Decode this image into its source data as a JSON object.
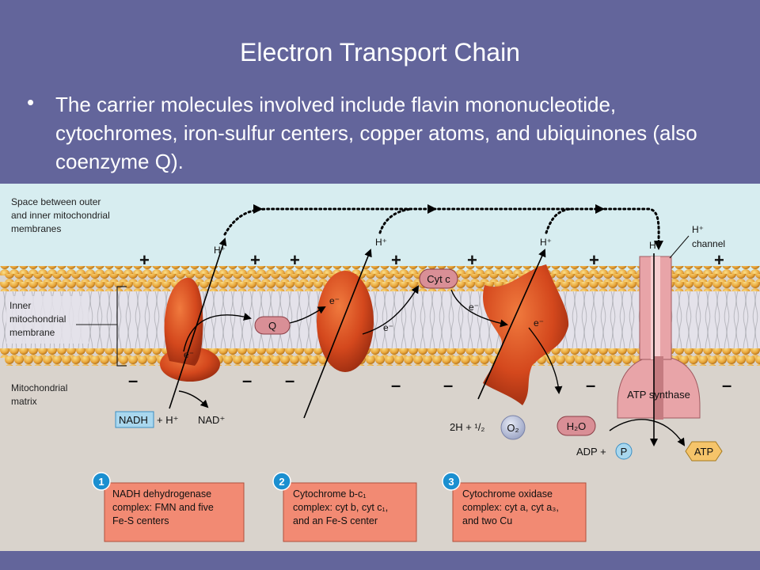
{
  "slide": {
    "title": "Electron Transport Chain",
    "bullet_marker": "•",
    "bullet_text": "The carrier molecules involved include flavin mononucleotide, cytochromes, iron-sulfur centers, copper atoms, and ubiquinones (also coenzyme Q)."
  },
  "diagram": {
    "region_labels": {
      "intermembrane": [
        "Space between outer",
        "and inner mitochondrial",
        "membranes"
      ],
      "inner_membrane": [
        "Inner",
        "mitochondrial",
        "membrane"
      ],
      "matrix": [
        "Mitochondrial",
        "matrix"
      ]
    },
    "charges": {
      "plus": "+",
      "minus": "–"
    },
    "h_plus": "H⁺",
    "h_channel": "channel",
    "electron": "e⁻",
    "carriers": {
      "q": "Q",
      "cyt_c": "Cyt c"
    },
    "reactants": {
      "nadh": "NADH",
      "plus_h": "+ H⁺",
      "nad": "NAD⁺",
      "two_h": "2H + ¹/₂",
      "o2": "O₂",
      "h2o": "H₂O",
      "adp": "ADP +",
      "p": "P",
      "atp": "ATP"
    },
    "atp_synthase": "ATP synthase",
    "complexes": [
      {
        "number": "1",
        "lines": [
          "NADH dehydrogenase",
          "complex: FMN and five",
          "Fe-S centers"
        ]
      },
      {
        "number": "2",
        "lines": [
          "Cytochrome b-c₁",
          "complex: cyt b, cyt c₁,",
          "and an Fe-S center"
        ]
      },
      {
        "number": "3",
        "lines": [
          "Cytochrome oxidase",
          "complex: cyt a, cyt a₃,",
          "and two Cu"
        ]
      }
    ]
  },
  "colors": {
    "slide_bg": "#63659b",
    "intermembrane_bg": "#d7edf0",
    "matrix_bg": "#d9d3cc",
    "protein": "#d4481d",
    "lipid_head": "#e8a53a",
    "info_box": "#f28a73",
    "badge": "#1b8fd0",
    "synthase": "#e8a4a8"
  }
}
